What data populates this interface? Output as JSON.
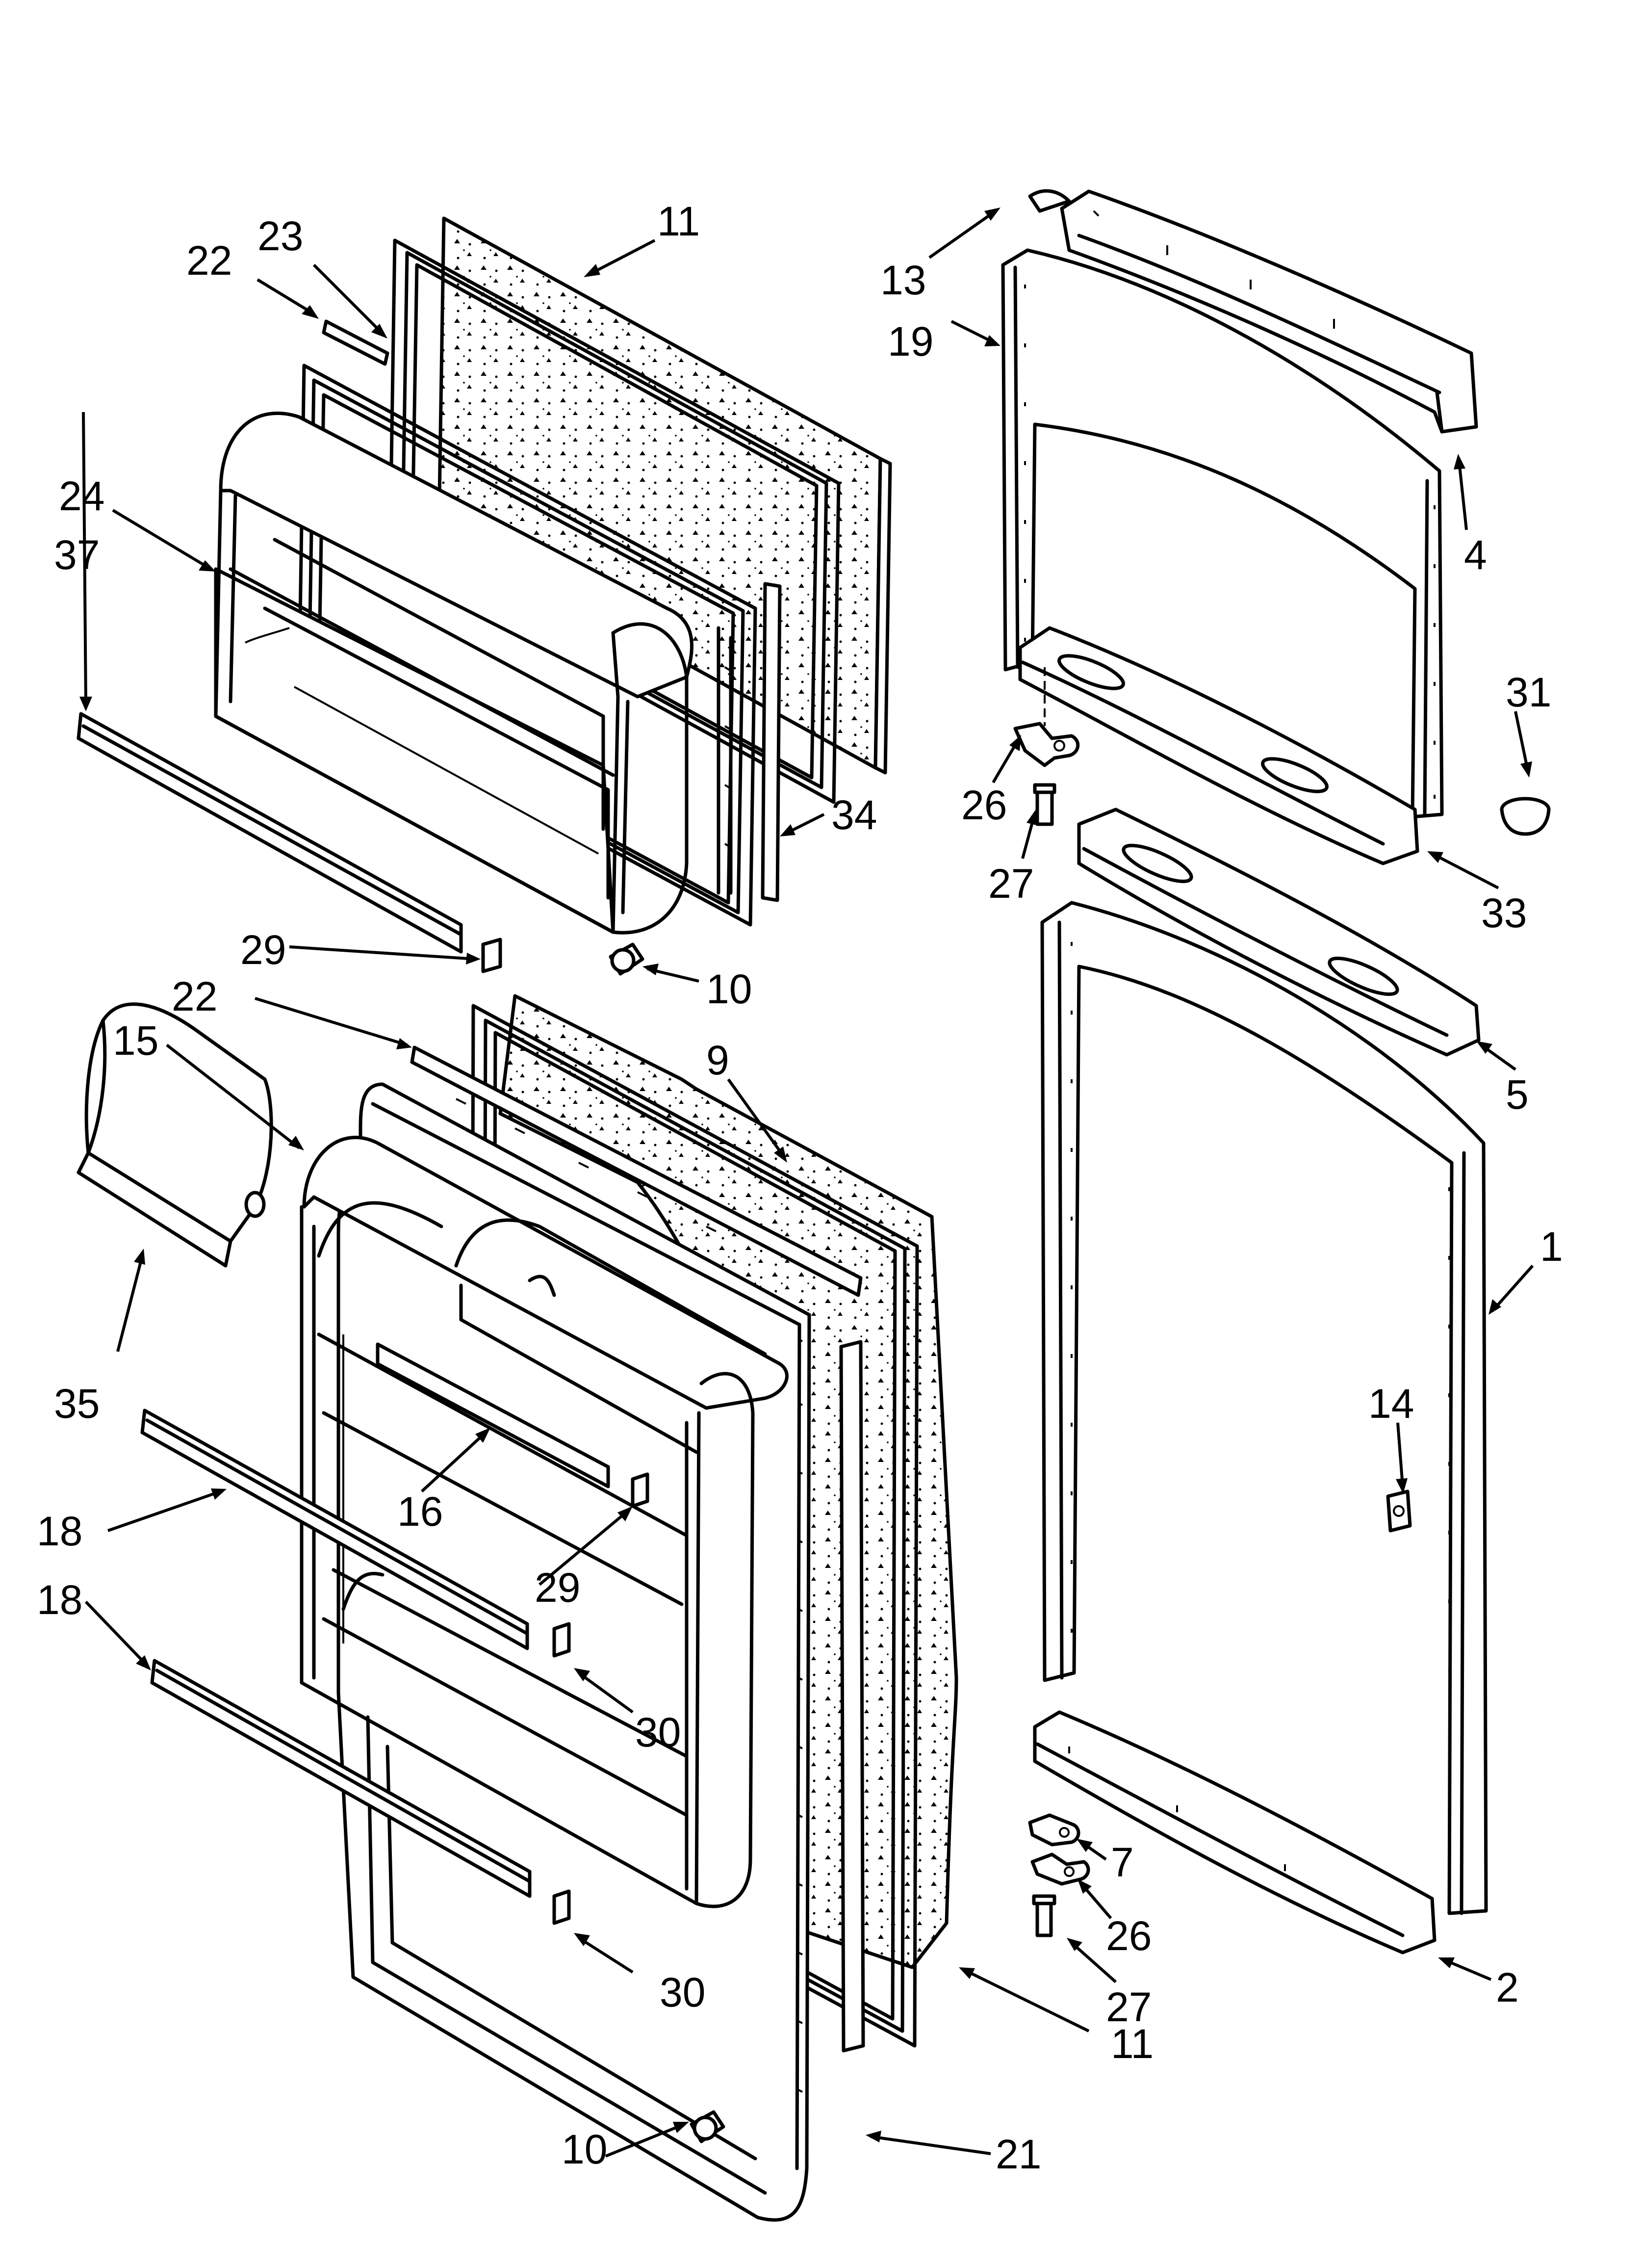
{
  "callouts": {
    "c1": "1",
    "c2": "2",
    "c4": "4",
    "c5": "5",
    "c7": "7",
    "c9": "9",
    "c10_top": "10",
    "c10_bottom": "10",
    "c11_top": "11",
    "c11_bottom": "11",
    "c13": "13",
    "c14": "14",
    "c15": "15",
    "c16": "16",
    "c18_upper": "18",
    "c18_lower": "18",
    "c19": "19",
    "c21": "21",
    "c22_top": "22",
    "c22_bottom": "22",
    "c23": "23",
    "c24": "24",
    "c26_top": "26",
    "c26_bottom": "26",
    "c27_top": "27",
    "c27_bottom": "27",
    "c29_top": "29",
    "c29_bottom": "29",
    "c30_upper": "30",
    "c30_lower": "30",
    "c31": "31",
    "c33": "33",
    "c34": "34",
    "c35": "35",
    "c37": "37"
  }
}
